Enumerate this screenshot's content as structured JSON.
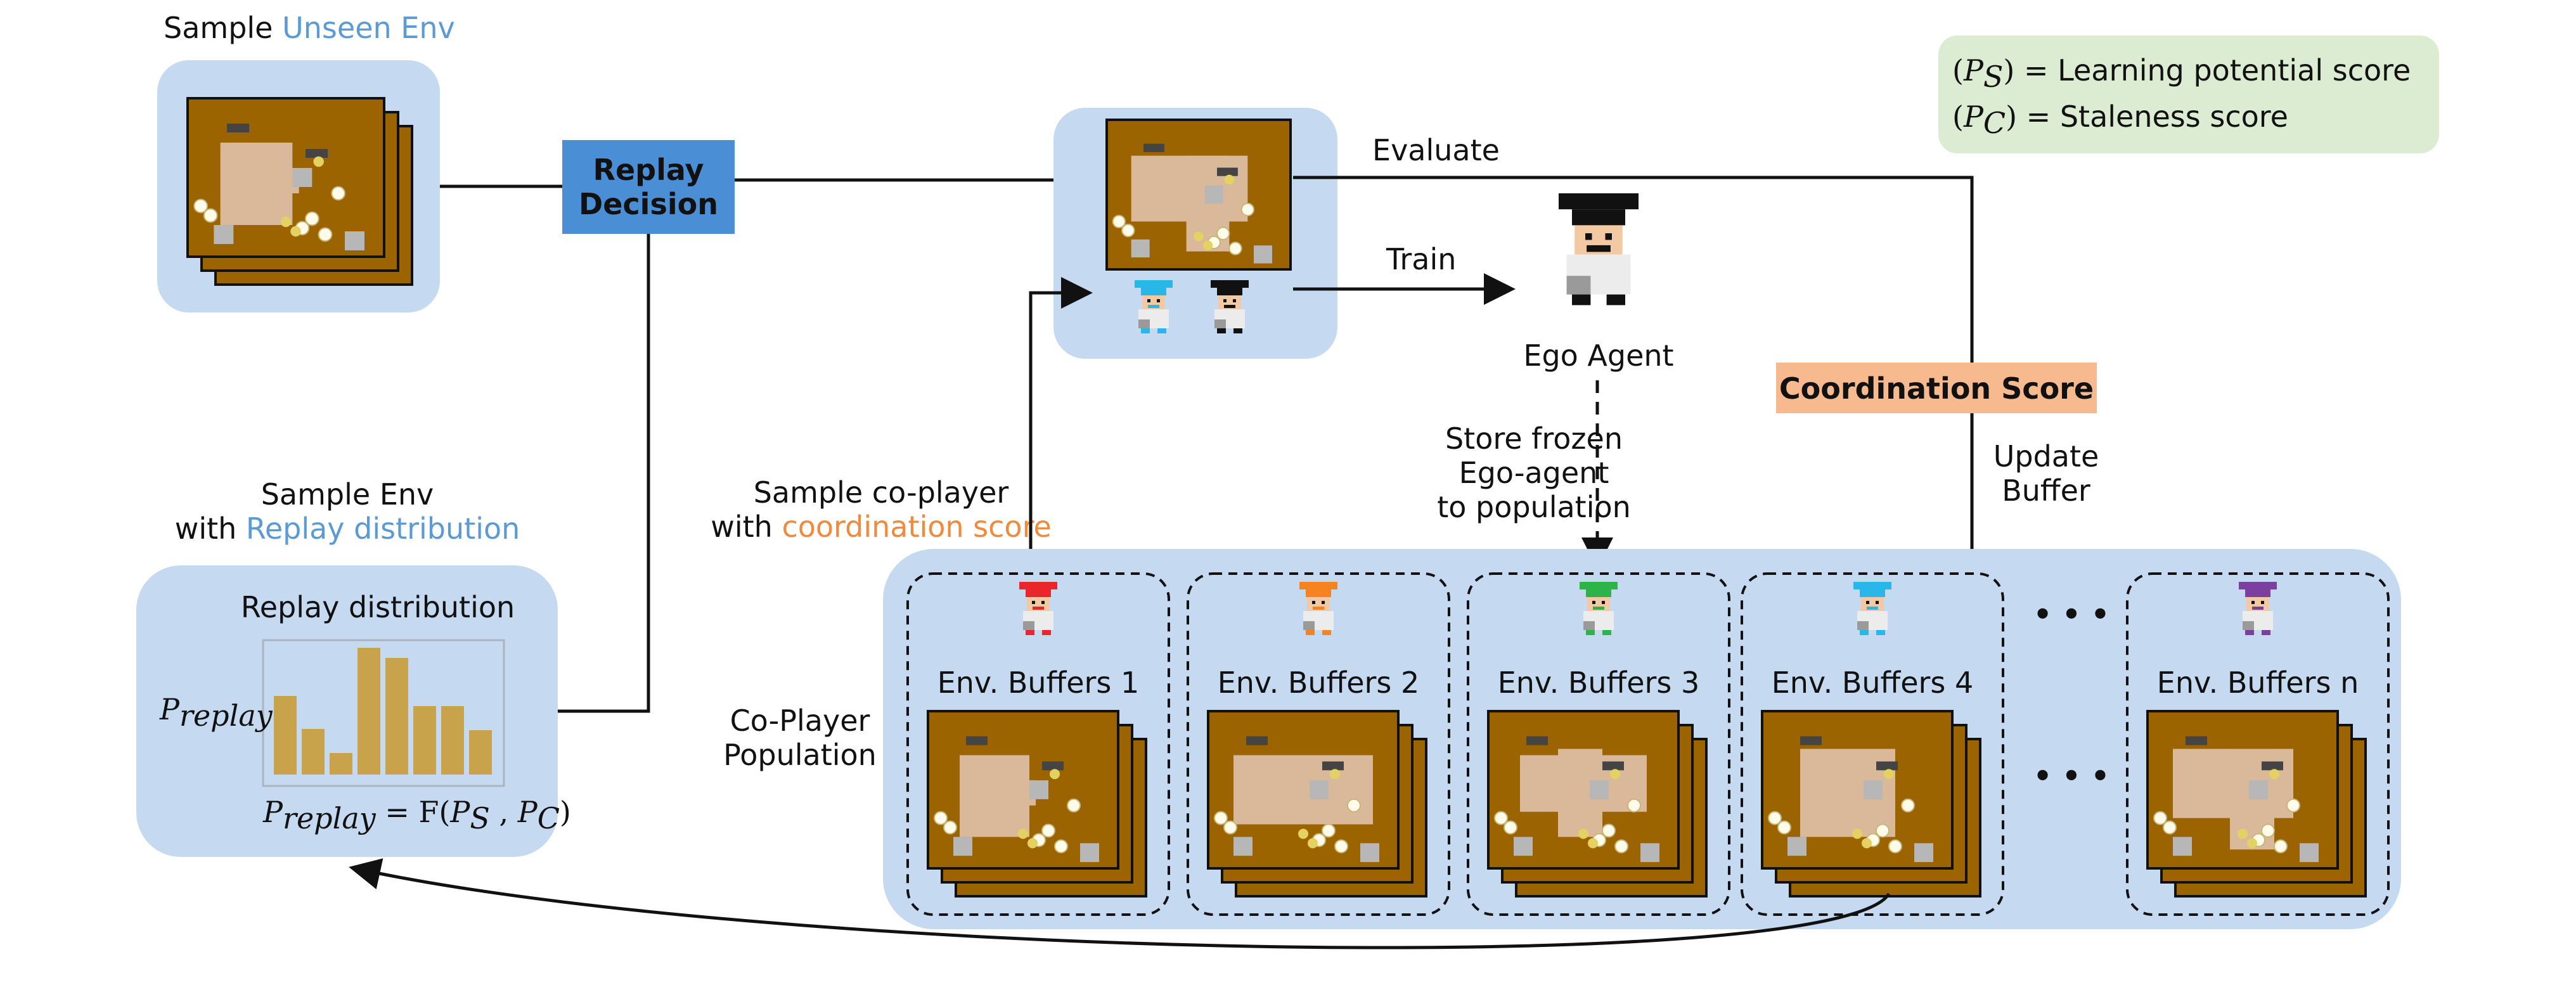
{
  "sample_unseen": {
    "prefix": "Sample ",
    "highlight": "Unseen Env"
  },
  "replay_decision": {
    "line1": "Replay",
    "line2": "Decision"
  },
  "evaluate_label": "Evaluate",
  "train_label": "Train",
  "ego_agent_label": "Ego Agent",
  "store_frozen": {
    "line1": "Store frozen",
    "line2": "Ego-agent",
    "line3": "to population"
  },
  "coordination_score_label": "Coordination Score",
  "update_buffer": {
    "line1": "Update",
    "line2": "Buffer"
  },
  "sample_env_replay": {
    "line1": "Sample Env",
    "line2_prefix": "with ",
    "line2_highlight": "Replay distribution"
  },
  "replay_distribution": {
    "title": "Replay distribution",
    "p_replay_symbol": "P",
    "p_replay_sub": "replay",
    "bars": [
      0.62,
      0.36,
      0.17,
      1.0,
      0.92,
      0.54,
      0.54,
      0.35
    ],
    "formula": {
      "lhs": "P",
      "lhs_sub": "replay",
      "eq": " = F(",
      "ps": "P",
      "ps_sub": "S",
      "sep": " , ",
      "pc": "P",
      "pc_sub": "C",
      "close": ")"
    }
  },
  "sample_coplayer": {
    "line1": "Sample co-player",
    "line2_prefix": "with ",
    "line2_highlight": "coordination score"
  },
  "coplayer_population": {
    "line1": "Co-Player",
    "line2": "Population"
  },
  "legend": {
    "ps": {
      "symbol": "P",
      "sub": "S",
      "text": " = Learning potential score"
    },
    "pc": {
      "symbol": "P",
      "sub": "C",
      "text": " = Staleness score"
    }
  },
  "buffers": [
    {
      "label": "Env. Buffers 1",
      "hat_color": "#e8262b"
    },
    {
      "label": "Env. Buffers 2",
      "hat_color": "#f7831e"
    },
    {
      "label": "Env. Buffers 3",
      "hat_color": "#2db34a"
    },
    {
      "label": "Env. Buffers 4",
      "hat_color": "#29b6e8"
    },
    {
      "label": "Env. Buffers n",
      "hat_color": "#7b3fa0"
    }
  ],
  "ellipsis": "• • •",
  "colors": {
    "panel_blue": "#c5daf0",
    "decision_blue": "#4a8fd6",
    "unseen_text": "#5b9bd5",
    "coord_text": "#f08a3c",
    "coord_box": "#f7b98e",
    "legend_green": "#dbecd3",
    "board_brown": "#9b6400",
    "floor_tan": "#d9b99a",
    "bar_gold": "#c9a24c"
  }
}
